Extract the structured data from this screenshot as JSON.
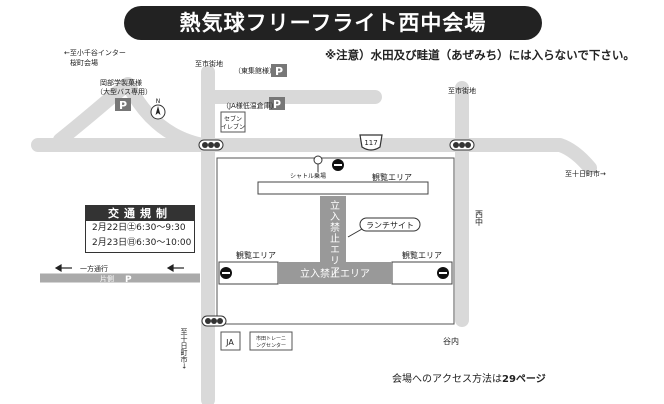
{
  "title": "熱気球フリーフライト西中会場",
  "notice": "※注意）水田及び畦道（あぜみち）には入らないで下さい。",
  "labels": {
    "to_komaki_ic": "←至小千谷インター",
    "sakuramachi": "桜町会場",
    "seika": "岡部学製菓様",
    "big_bus": "（大型バス専用）",
    "to_city_top": "至市街地",
    "higashi": "（東集館様）",
    "ja_hall": "（JA様低温倉庫）",
    "seven_1": "セブン",
    "seven_2": "イレブン",
    "to_city_right": "至市街地",
    "route": "117",
    "to_tokamachi_right": "至十日町市→",
    "shuttle": "シャトル乗場",
    "view_top": "観覧エリア",
    "restricted_v": "立入禁止エリア",
    "launch": "ランチサイト",
    "view_left": "観覧エリア",
    "view_right": "観覧エリア",
    "restricted_h": "立入禁止エリア",
    "one_way": "一方通行",
    "one_side": "片側",
    "nishinaka": "西中",
    "to_tokamachi_down": "至十日町市→",
    "ja": "JA",
    "training_1": "市田トレーニ",
    "training_2": "ングセンター",
    "taniuchi": "谷内",
    "north": "N",
    "parking": "P"
  },
  "traffic": {
    "title": "交通規制",
    "row1": "2月22日㊏6:30〜9:30",
    "row2": "2月23日㊐6:30〜10:00"
  },
  "access": {
    "prefix": "会場へのアクセス方法は",
    "page": "29ページ"
  }
}
